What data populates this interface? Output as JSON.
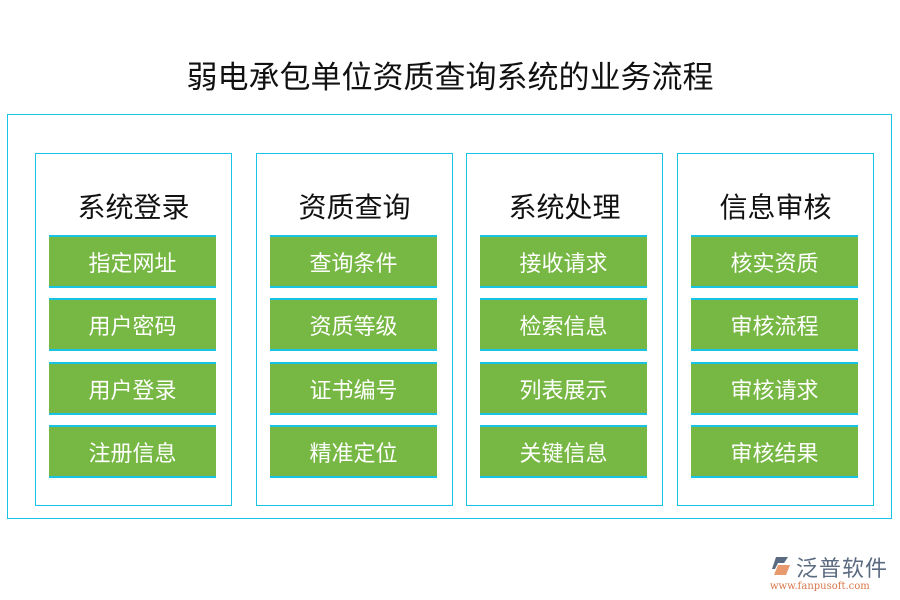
{
  "title": "弱电承包单位资质查询系统的业务流程",
  "columns": [
    {
      "heading": "系统登录",
      "items": [
        "指定网址",
        "用户密码",
        "用户登录",
        "注册信息"
      ]
    },
    {
      "heading": "资质查询",
      "items": [
        "查询条件",
        "资质等级",
        "证书编号",
        "精准定位"
      ]
    },
    {
      "heading": "系统处理",
      "items": [
        "接收请求",
        "检索信息",
        "列表展示",
        "关键信息"
      ]
    },
    {
      "heading": "信息审核",
      "items": [
        "核实资质",
        "审核流程",
        "审核请求",
        "审核结果"
      ]
    }
  ],
  "logo": {
    "name": "泛普软件",
    "url": "www.fanpusoft.com"
  },
  "colors": {
    "accent_border": "#19c3e6",
    "item_fill": "#76b843"
  }
}
